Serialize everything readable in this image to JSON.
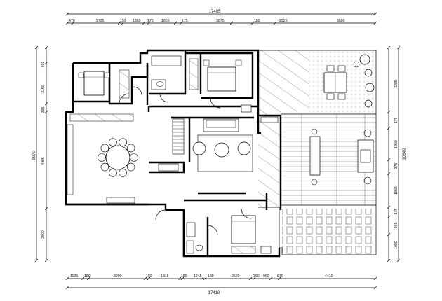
{
  "dimensions": {
    "top_total": "17405",
    "top_segments": [
      "470",
      "2735",
      "110",
      "1360",
      "170",
      "1805",
      "175",
      "3875",
      "180",
      "2925",
      "3600"
    ],
    "bottom_total": "17410",
    "bottom_segments": [
      "1125",
      "180",
      "3290",
      "180",
      "1815",
      "180",
      "1245",
      "180",
      "2520",
      "360",
      "960",
      "870",
      "4410"
    ],
    "left_total": "9970",
    "left_segments": [
      "600",
      "2150",
      "225",
      "4495",
      "2500"
    ],
    "right_total": "10640",
    "right_segments": [
      "3205",
      "375",
      "1860",
      "375",
      "1865",
      "375",
      "965",
      "1000"
    ]
  }
}
